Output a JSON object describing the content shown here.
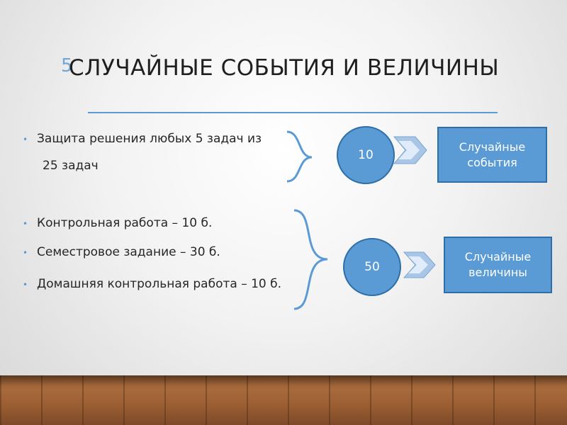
{
  "slide": {
    "number": "5",
    "title": "СЛУЧАЙНЫЕ СОБЫТИЯ И ВЕЛИЧИНЫ"
  },
  "bullets": {
    "item1_line1": "Защита решения любых 5 задач из",
    "item1_line2": "25 задач",
    "item2": " Контрольная работа – 10 б.",
    "item3": "Семестровое задание – 30 б.",
    "item4": "Домашняя контрольная работа – 10 б."
  },
  "diagram": {
    "circle1": "10",
    "box1": "Случайные события",
    "circle2": "50",
    "box2": "Случайные величины"
  },
  "colors": {
    "accent": "#5b9bd5",
    "accent_border": "#2e6fa8"
  }
}
